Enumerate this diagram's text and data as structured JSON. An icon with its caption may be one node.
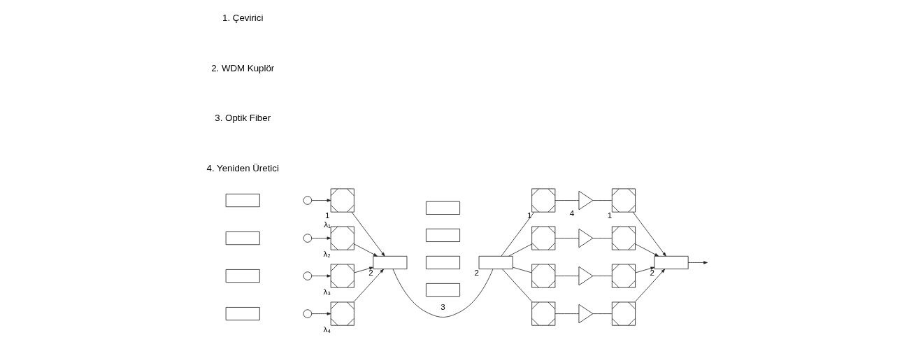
{
  "diagram": {
    "nodes": [
      {
        "text": [],
        "shape": "box"
      },
      {
        "text": [],
        "shape": "box"
      },
      {
        "text": [],
        "shape": "box"
      },
      {
        "text": [],
        "shape": "box"
      },
      {
        "text": [],
        "shape": "circle"
      },
      {
        "text": [],
        "shape": "circle"
      },
      {
        "text": [],
        "shape": "circle"
      },
      {
        "text": [],
        "shape": "circle"
      },
      {
        "text": [],
        "shape": "converter",
        "beside": [
          "1",
          "λ₁"
        ]
      },
      {
        "text": [],
        "shape": "converter",
        "beside": [
          "λ₂"
        ]
      },
      {
        "text": [],
        "shape": "converter",
        "beside": [
          "λ₃"
        ]
      },
      {
        "text": [],
        "shape": "converter",
        "beside": [
          "λ₄"
        ]
      },
      {
        "text": [],
        "shape": "box",
        "beside": [
          "2"
        ]
      },
      {
        "text": [],
        "shape": "box"
      },
      {
        "text": [],
        "shape": "box"
      },
      {
        "text": [],
        "shape": "box"
      },
      {
        "text": [],
        "shape": "box"
      },
      {
        "text": [],
        "shape": "box",
        "beside": [
          "2"
        ]
      },
      {
        "text": [],
        "shape": "converter",
        "beside": [
          "1"
        ]
      },
      {
        "text": [],
        "shape": "converter"
      },
      {
        "text": [],
        "shape": "converter"
      },
      {
        "text": [],
        "shape": "converter"
      },
      {
        "text": [],
        "shape": "amplifier",
        "beside": [
          "4"
        ]
      },
      {
        "text": [],
        "shape": "amplifier"
      },
      {
        "text": [],
        "shape": "amplifier"
      },
      {
        "text": [],
        "shape": "amplifier"
      },
      {
        "text": [],
        "shape": "converter",
        "beside": [
          "1"
        ]
      },
      {
        "text": [],
        "shape": "converter"
      },
      {
        "text": [],
        "shape": "converter"
      },
      {
        "text": [],
        "shape": "converter"
      },
      {
        "text": [],
        "shape": "box",
        "beside": [
          "2"
        ]
      }
    ],
    "edges": [
      {
        "from": 4,
        "to": 8,
        "arrow": "to"
      },
      {
        "from": 5,
        "to": 9,
        "arrow": "to"
      },
      {
        "from": 6,
        "to": 10,
        "arrow": "to"
      },
      {
        "from": 7,
        "to": 11,
        "arrow": "to"
      },
      {
        "from": 8,
        "to": 12,
        "arrow": "to"
      },
      {
        "from": 9,
        "to": 12,
        "arrow": "to"
      },
      {
        "from": 10,
        "to": 12,
        "arrow": "to"
      },
      {
        "from": 11,
        "to": 12,
        "arrow": "to"
      },
      {
        "from": 12,
        "to": 17,
        "arrow": "none",
        "label": "3"
      },
      {
        "from": 17,
        "to": 18,
        "arrow": "none"
      },
      {
        "from": 17,
        "to": 19,
        "arrow": "none"
      },
      {
        "from": 17,
        "to": 20,
        "arrow": "none"
      },
      {
        "from": 17,
        "to": 21,
        "arrow": "none"
      },
      {
        "from": 18,
        "to": 22,
        "arrow": "none"
      },
      {
        "from": 19,
        "to": 23,
        "arrow": "none"
      },
      {
        "from": 20,
        "to": 24,
        "arrow": "none"
      },
      {
        "from": 21,
        "to": 25,
        "arrow": "none"
      },
      {
        "from": 22,
        "to": 26,
        "arrow": "none"
      },
      {
        "from": 23,
        "to": 27,
        "arrow": "none"
      },
      {
        "from": 24,
        "to": 28,
        "arrow": "none"
      },
      {
        "from": 25,
        "to": 29,
        "arrow": "none"
      },
      {
        "from": 26,
        "to": 30,
        "arrow": "to"
      },
      {
        "from": 27,
        "to": 30,
        "arrow": "to"
      },
      {
        "from": 28,
        "to": 30,
        "arrow": "to"
      },
      {
        "from": 29,
        "to": 30,
        "arrow": "to"
      },
      {
        "from": 30,
        "to": null,
        "arrow": "to"
      }
    ],
    "labels": [
      "1. Çevirici",
      "2. WDM Kuplör",
      "3. Optik Fiber",
      "4. Yeniden Üretici"
    ]
  }
}
